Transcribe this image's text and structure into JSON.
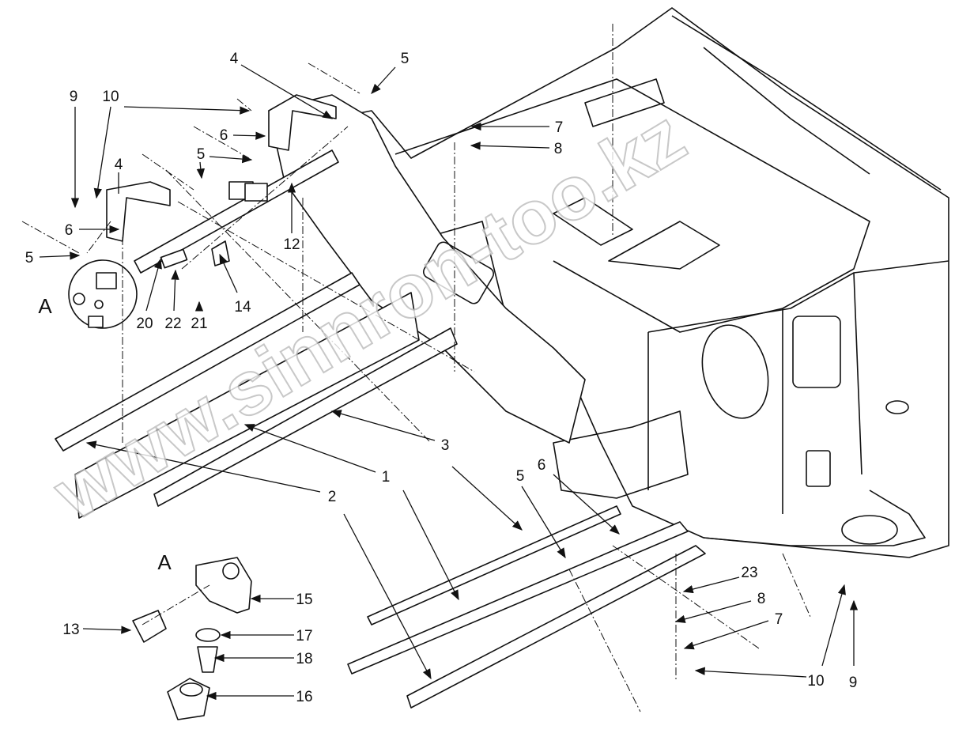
{
  "watermark": "www.sinnron-too.kz",
  "callouts": [
    {
      "id": "c9a",
      "label": "9"
    },
    {
      "id": "c10a",
      "label": "10"
    },
    {
      "id": "c4a",
      "label": "4"
    },
    {
      "id": "c5a",
      "label": "5"
    },
    {
      "id": "c6a",
      "label": "6"
    },
    {
      "id": "c5b",
      "label": "5"
    },
    {
      "id": "c6b",
      "label": "6"
    },
    {
      "id": "c4b",
      "label": "4"
    },
    {
      "id": "c5c",
      "label": "5"
    },
    {
      "id": "c12",
      "label": "12"
    },
    {
      "id": "c7a",
      "label": "7"
    },
    {
      "id": "c8a",
      "label": "8"
    },
    {
      "id": "c14",
      "label": "14"
    },
    {
      "id": "c20",
      "label": "20"
    },
    {
      "id": "c22",
      "label": "22"
    },
    {
      "id": "c21",
      "label": "21"
    },
    {
      "id": "c3",
      "label": "3"
    },
    {
      "id": "c1",
      "label": "1"
    },
    {
      "id": "c2",
      "label": "2"
    },
    {
      "id": "c5d",
      "label": "5"
    },
    {
      "id": "c6c",
      "label": "6"
    },
    {
      "id": "c23",
      "label": "23"
    },
    {
      "id": "c8b",
      "label": "8"
    },
    {
      "id": "c7b",
      "label": "7"
    },
    {
      "id": "c10b",
      "label": "10"
    },
    {
      "id": "c9b",
      "label": "9"
    },
    {
      "id": "c15",
      "label": "15"
    },
    {
      "id": "c13",
      "label": "13"
    },
    {
      "id": "c17",
      "label": "17"
    },
    {
      "id": "c18",
      "label": "18"
    },
    {
      "id": "c16",
      "label": "16"
    }
  ],
  "detail_label": "A",
  "detail_view_label": "A"
}
